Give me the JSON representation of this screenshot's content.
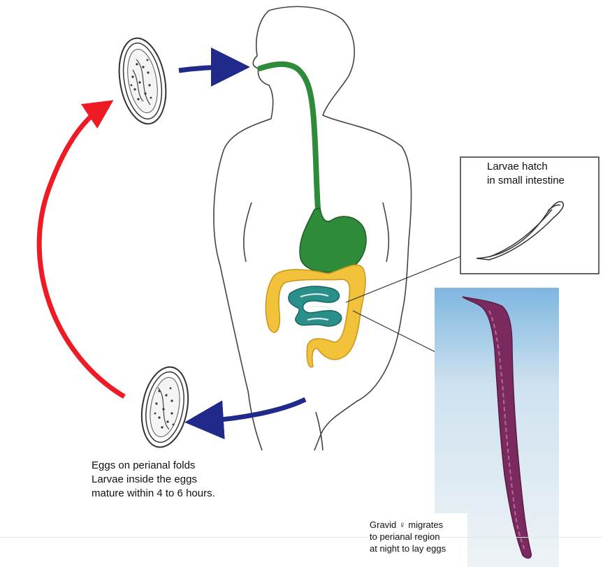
{
  "eggs_caption": {
    "line1": "Eggs on perianal folds",
    "line2": "Larvae inside the eggs",
    "line3": "mature within 4 to 6 hours."
  },
  "hatch_caption": {
    "line1": "Larvae hatch",
    "line2": "in small intestine"
  },
  "gravid_caption": {
    "line1": "Gravid ♀ migrates",
    "line2": "to perianal region",
    "line3": "at night to lay eggs"
  },
  "colors": {
    "arrow_blue": "#1f2a8a",
    "arrow_red": "#ee1b24",
    "digestive_green": "#2e8b3a",
    "large_intestine": "#f2c23a",
    "small_intestine": "#2a8f8a",
    "worm_purple": "#7a2a5e",
    "photo_bg": "#9fc8e6"
  }
}
